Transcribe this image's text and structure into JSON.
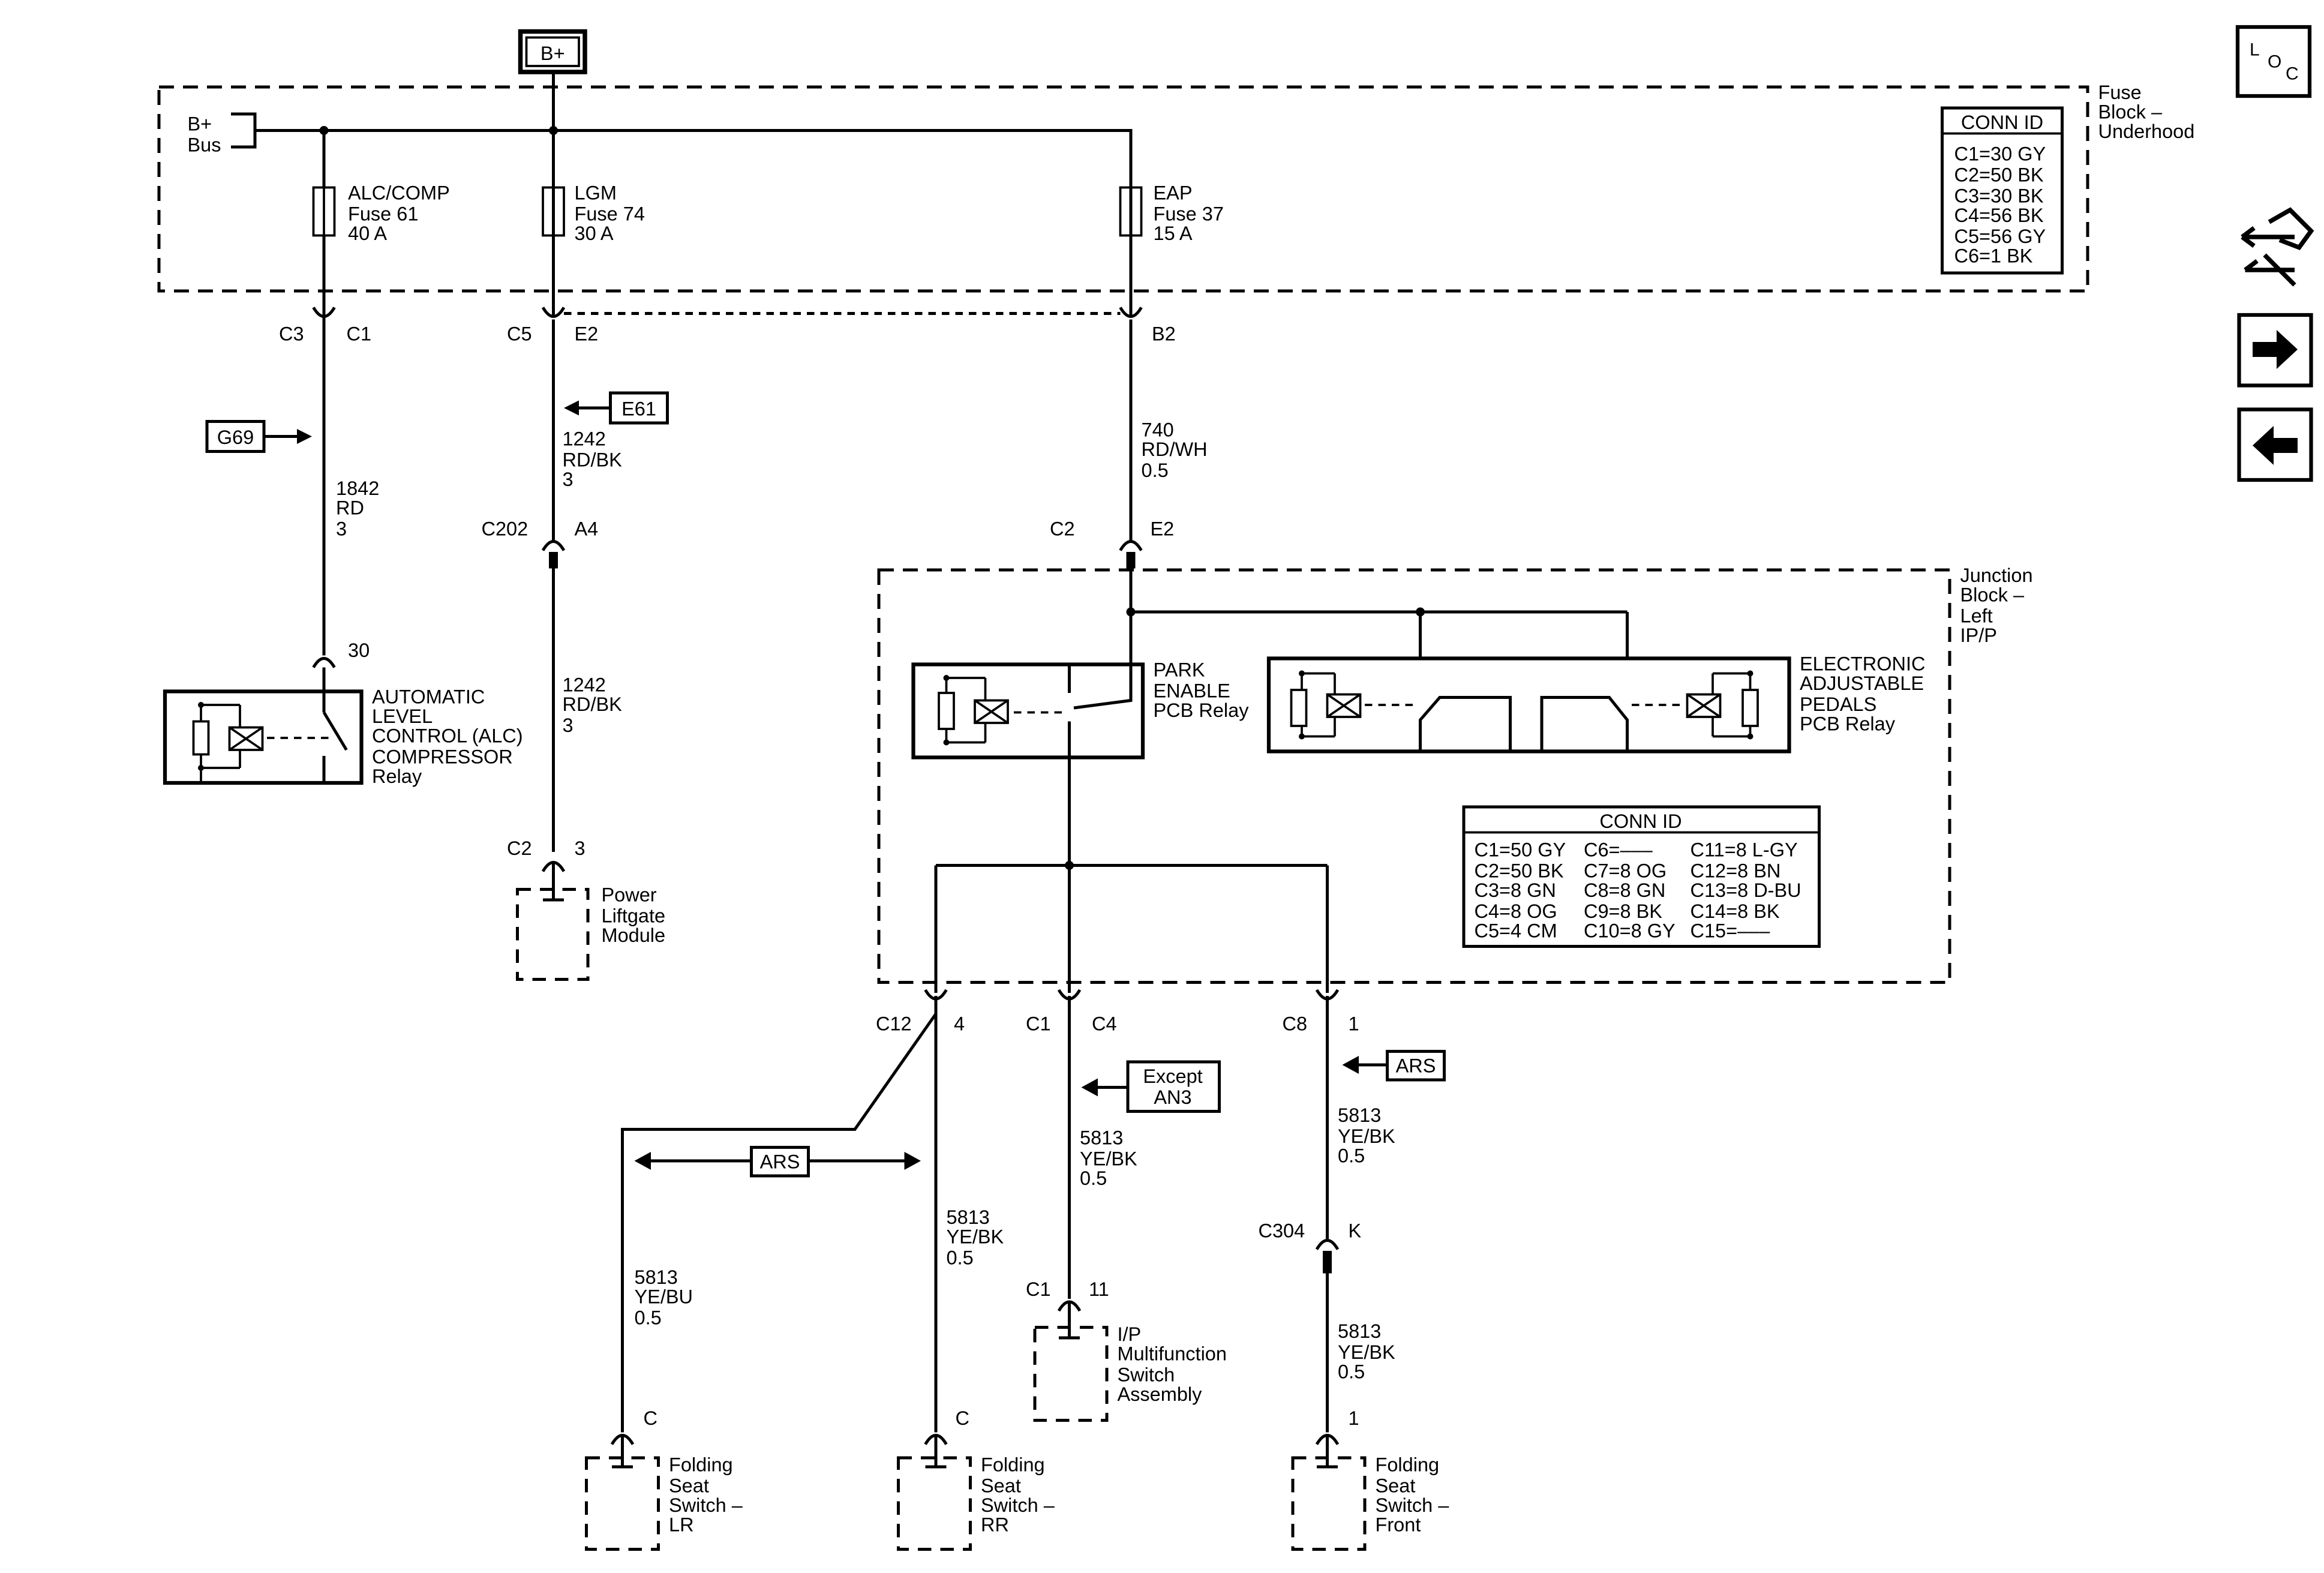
{
  "top": {
    "bplus": "B+"
  },
  "bus": {
    "l1": "B+",
    "l2": "Bus"
  },
  "fuse_block": {
    "l1": "Fuse",
    "l2": "Block –",
    "l3": "Underhood"
  },
  "fuses": {
    "alc": {
      "l1": "ALC/COMP",
      "l2": "Fuse 61",
      "l3": "40 A"
    },
    "lgm": {
      "l1": "LGM",
      "l2": "Fuse 74",
      "l3": "30 A"
    },
    "eap": {
      "l1": "EAP",
      "l2": "Fuse 37",
      "l3": "15 A"
    }
  },
  "conn1": {
    "title": "CONN ID",
    "rows": [
      "C1=30 GY",
      "C2=50 BK",
      "C3=30 BK",
      "C4=56 BK",
      "C5=56 GY",
      "C6=1 BK"
    ]
  },
  "nav": {
    "loc_l": "L",
    "loc_o": "O",
    "loc_c": "C"
  },
  "labels": {
    "c3": "C3",
    "c1a": "C1",
    "c5": "C5",
    "e2a": "E2",
    "b2": "B2",
    "e61": "E61",
    "g69": "G69",
    "w1842_1": "1842",
    "w1842_2": "RD",
    "w1842_3": "3",
    "w1242a_1": "1242",
    "w1242a_2": "RD/BK",
    "w1242a_3": "3",
    "w740_1": "740",
    "w740_2": "RD/WH",
    "w740_3": "0.5",
    "c202": "C202",
    "a4": "A4",
    "c2a": "C2",
    "e2b": "E2",
    "p30": "30",
    "w1242b_1": "1242",
    "w1242b_2": "RD/BK",
    "w1242b_3": "3",
    "c2b": "C2",
    "p3": "3"
  },
  "alc_relay": {
    "l1": "AUTOMATIC",
    "l2": "LEVEL",
    "l3": "CONTROL (ALC)",
    "l4": "COMPRESSOR",
    "l5": "Relay"
  },
  "plm": {
    "l1": "Power",
    "l2": "Liftgate",
    "l3": "Module"
  },
  "jb": {
    "l1": "Junction",
    "l2": "Block –",
    "l3": "Left",
    "l4": "IP/P"
  },
  "park": {
    "l1": "PARK",
    "l2": "ENABLE",
    "l3": "PCB Relay"
  },
  "eap_relay": {
    "l1": "ELECTRONIC",
    "l2": "ADJUSTABLE",
    "l3": "PEDALS",
    "l4": "PCB Relay"
  },
  "conn2": {
    "title": "CONN ID",
    "col1": [
      "C1=50 GY",
      "C2=50 BK",
      "C3=8 GN",
      "C4=8 OG",
      "C5=4 CM"
    ],
    "col2": [
      "C6=–––",
      "C7=8 OG",
      "C8=8 GN",
      "C9=8 BK",
      "C10=8 GY"
    ],
    "col3": [
      "C11=8 L-GY",
      "C12=8 BN",
      "C13=8 D-BU",
      "C14=8 BK",
      "C15=–––"
    ]
  },
  "lower": {
    "c12": "C12",
    "p4": "4",
    "c1b": "C1",
    "c4": "C4",
    "c8": "C8",
    "p1a": "1",
    "ars1": "ARS",
    "ars2": "ARS",
    "except1": "Except",
    "except2": "AN3",
    "w5813a_1": "5813",
    "w5813a_2": "YE/BK",
    "w5813a_3": "0.5",
    "w5813b_1": "5813",
    "w5813b_2": "YE/BK",
    "w5813b_3": "0.5",
    "w5813c_1": "5813",
    "w5813c_2": "YE/BU",
    "w5813c_3": "0.5",
    "w5813d_1": "5813",
    "w5813d_2": "YE/BK",
    "w5813d_3": "0.5",
    "w5813e_1": "5813",
    "w5813e_2": "YE/BK",
    "w5813e_3": "0.5",
    "c304": "C304",
    "pk": "K",
    "c1c": "C1",
    "p11": "11",
    "pc1": "C",
    "pc2": "C",
    "p1b": "1"
  },
  "ipm": {
    "l1": "I/P",
    "l2": "Multifunction",
    "l3": "Switch",
    "l4": "Assembly"
  },
  "fs_lr": {
    "l1": "Folding",
    "l2": "Seat",
    "l3": "Switch –",
    "l4": "LR"
  },
  "fs_rr": {
    "l1": "Folding",
    "l2": "Seat",
    "l3": "Switch –",
    "l4": "RR"
  },
  "fs_front": {
    "l1": "Folding",
    "l2": "Seat",
    "l3": "Switch –",
    "l4": "Front"
  }
}
